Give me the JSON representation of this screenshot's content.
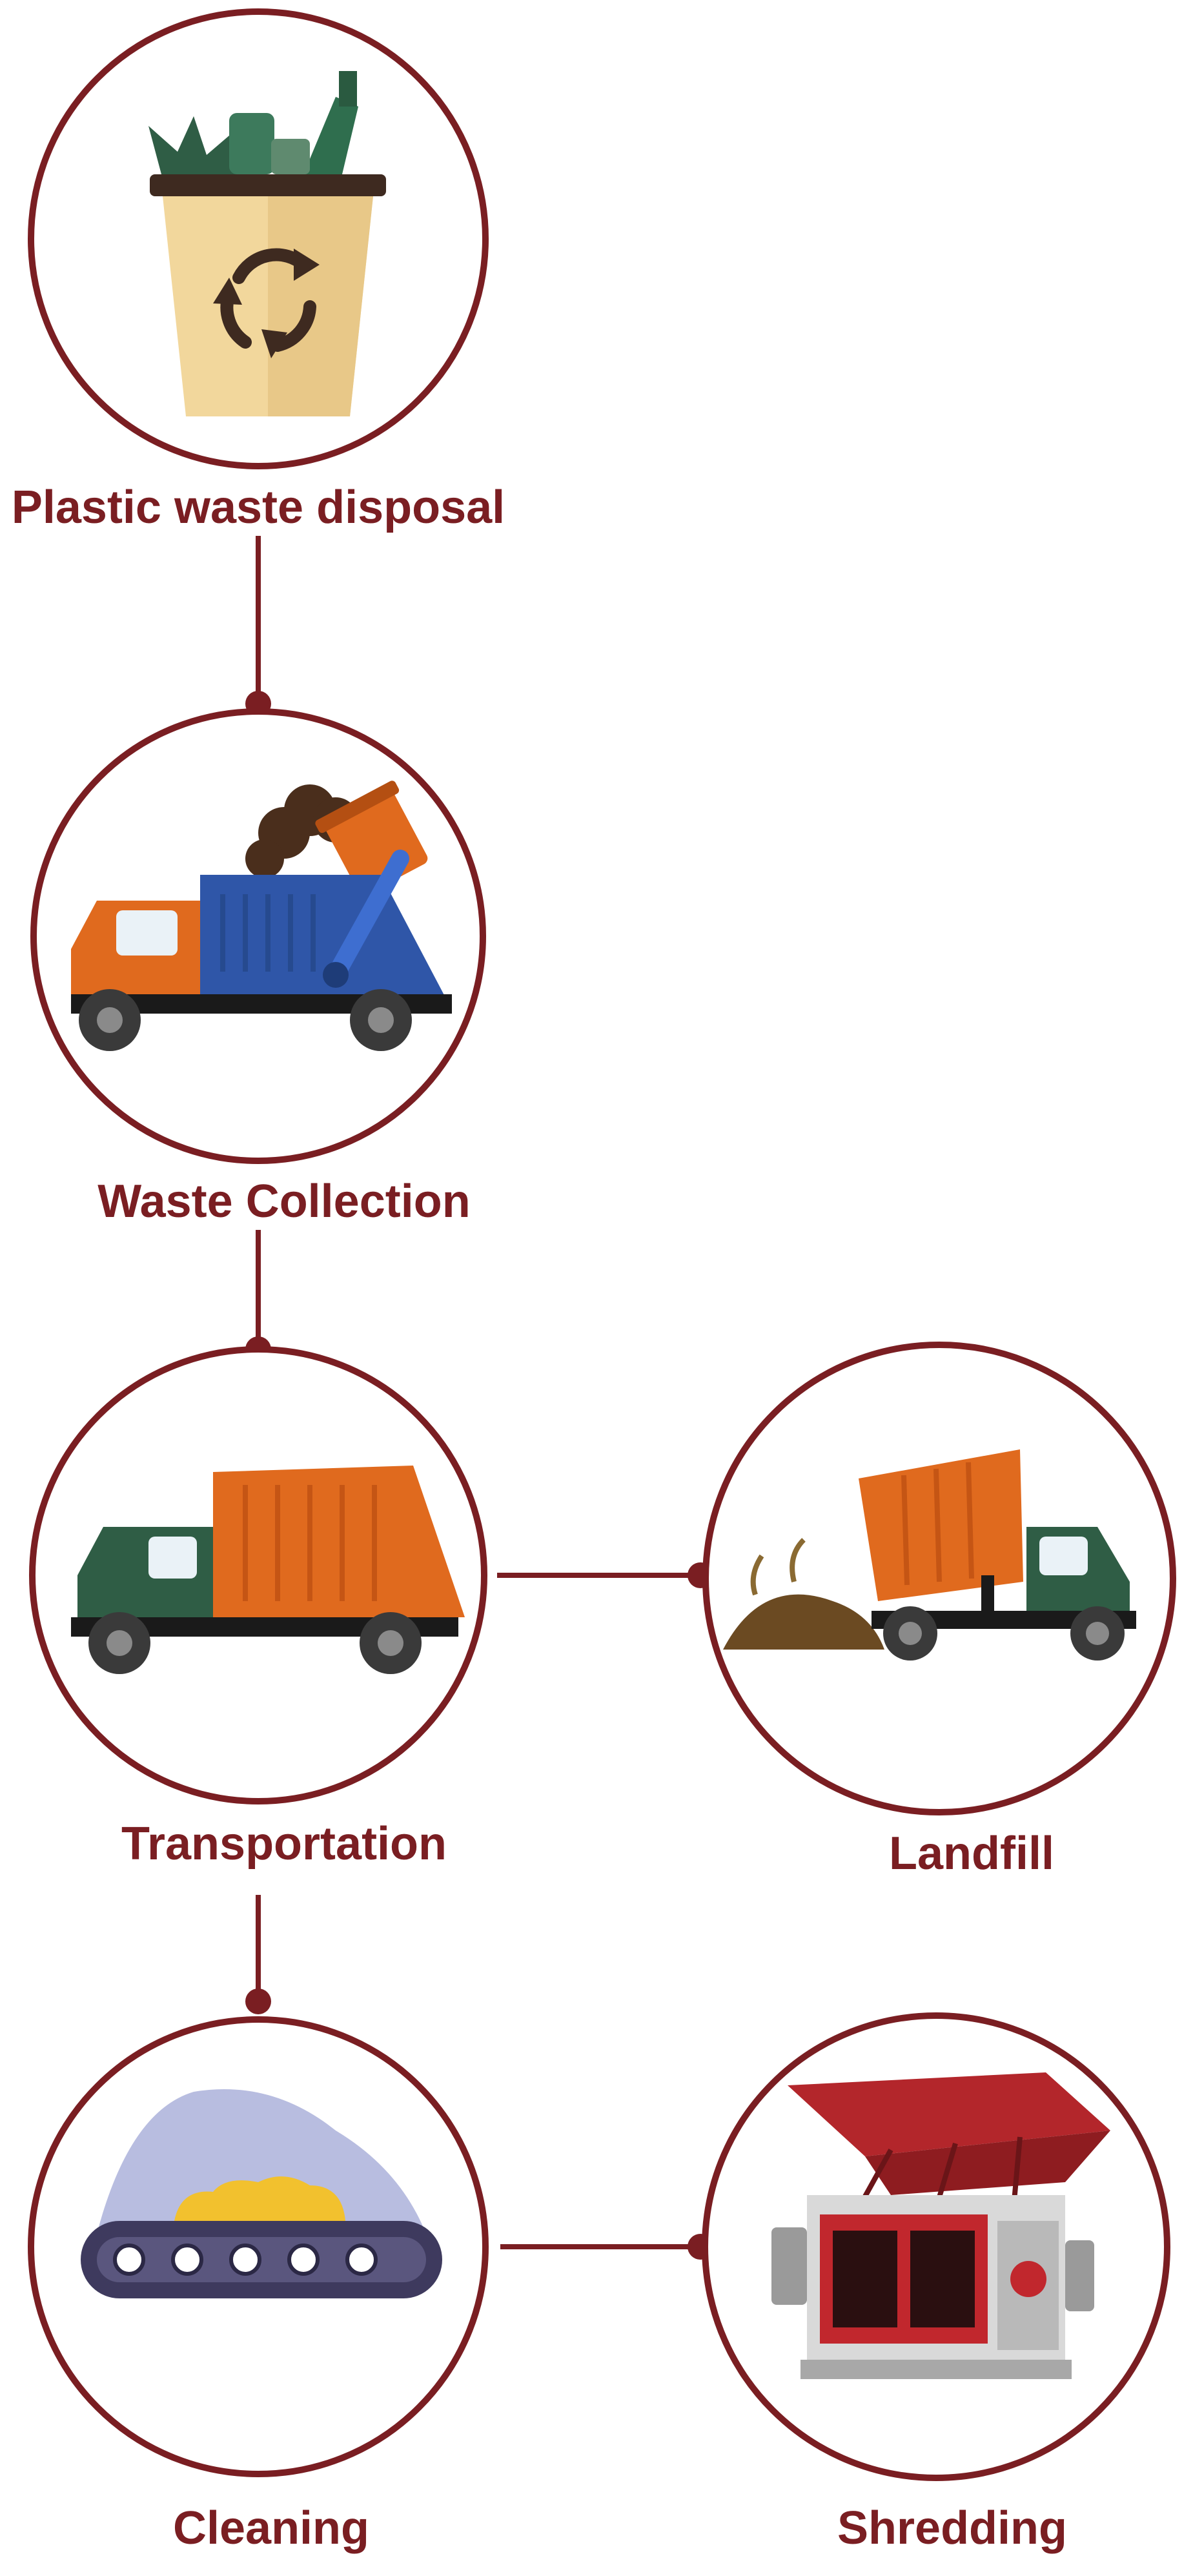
{
  "colors": {
    "accent": "#7a1e22",
    "truck_orange": "#e06a1e",
    "truck_green": "#2f5d45",
    "truck_blue": "#2f56a8",
    "bin_cream": "#f2d79c",
    "belt_dark": "#3e3a5e",
    "shredder_red": "#b3262b"
  },
  "nodes": [
    {
      "id": "plastic-waste-disposal",
      "label": "Plastic waste disposal",
      "icon": "recycle-bin-icon"
    },
    {
      "id": "waste-collection",
      "label": "Waste Collection",
      "icon": "garbage-truck-loading-icon"
    },
    {
      "id": "transportation",
      "label": "Transportation",
      "icon": "garbage-truck-icon"
    },
    {
      "id": "landfill",
      "label": "Landfill",
      "icon": "dump-truck-unloading-icon"
    },
    {
      "id": "cleaning",
      "label": "Cleaning",
      "icon": "conveyor-belt-icon"
    },
    {
      "id": "shredding",
      "label": "Shredding",
      "icon": "industrial-shredder-icon"
    }
  ]
}
